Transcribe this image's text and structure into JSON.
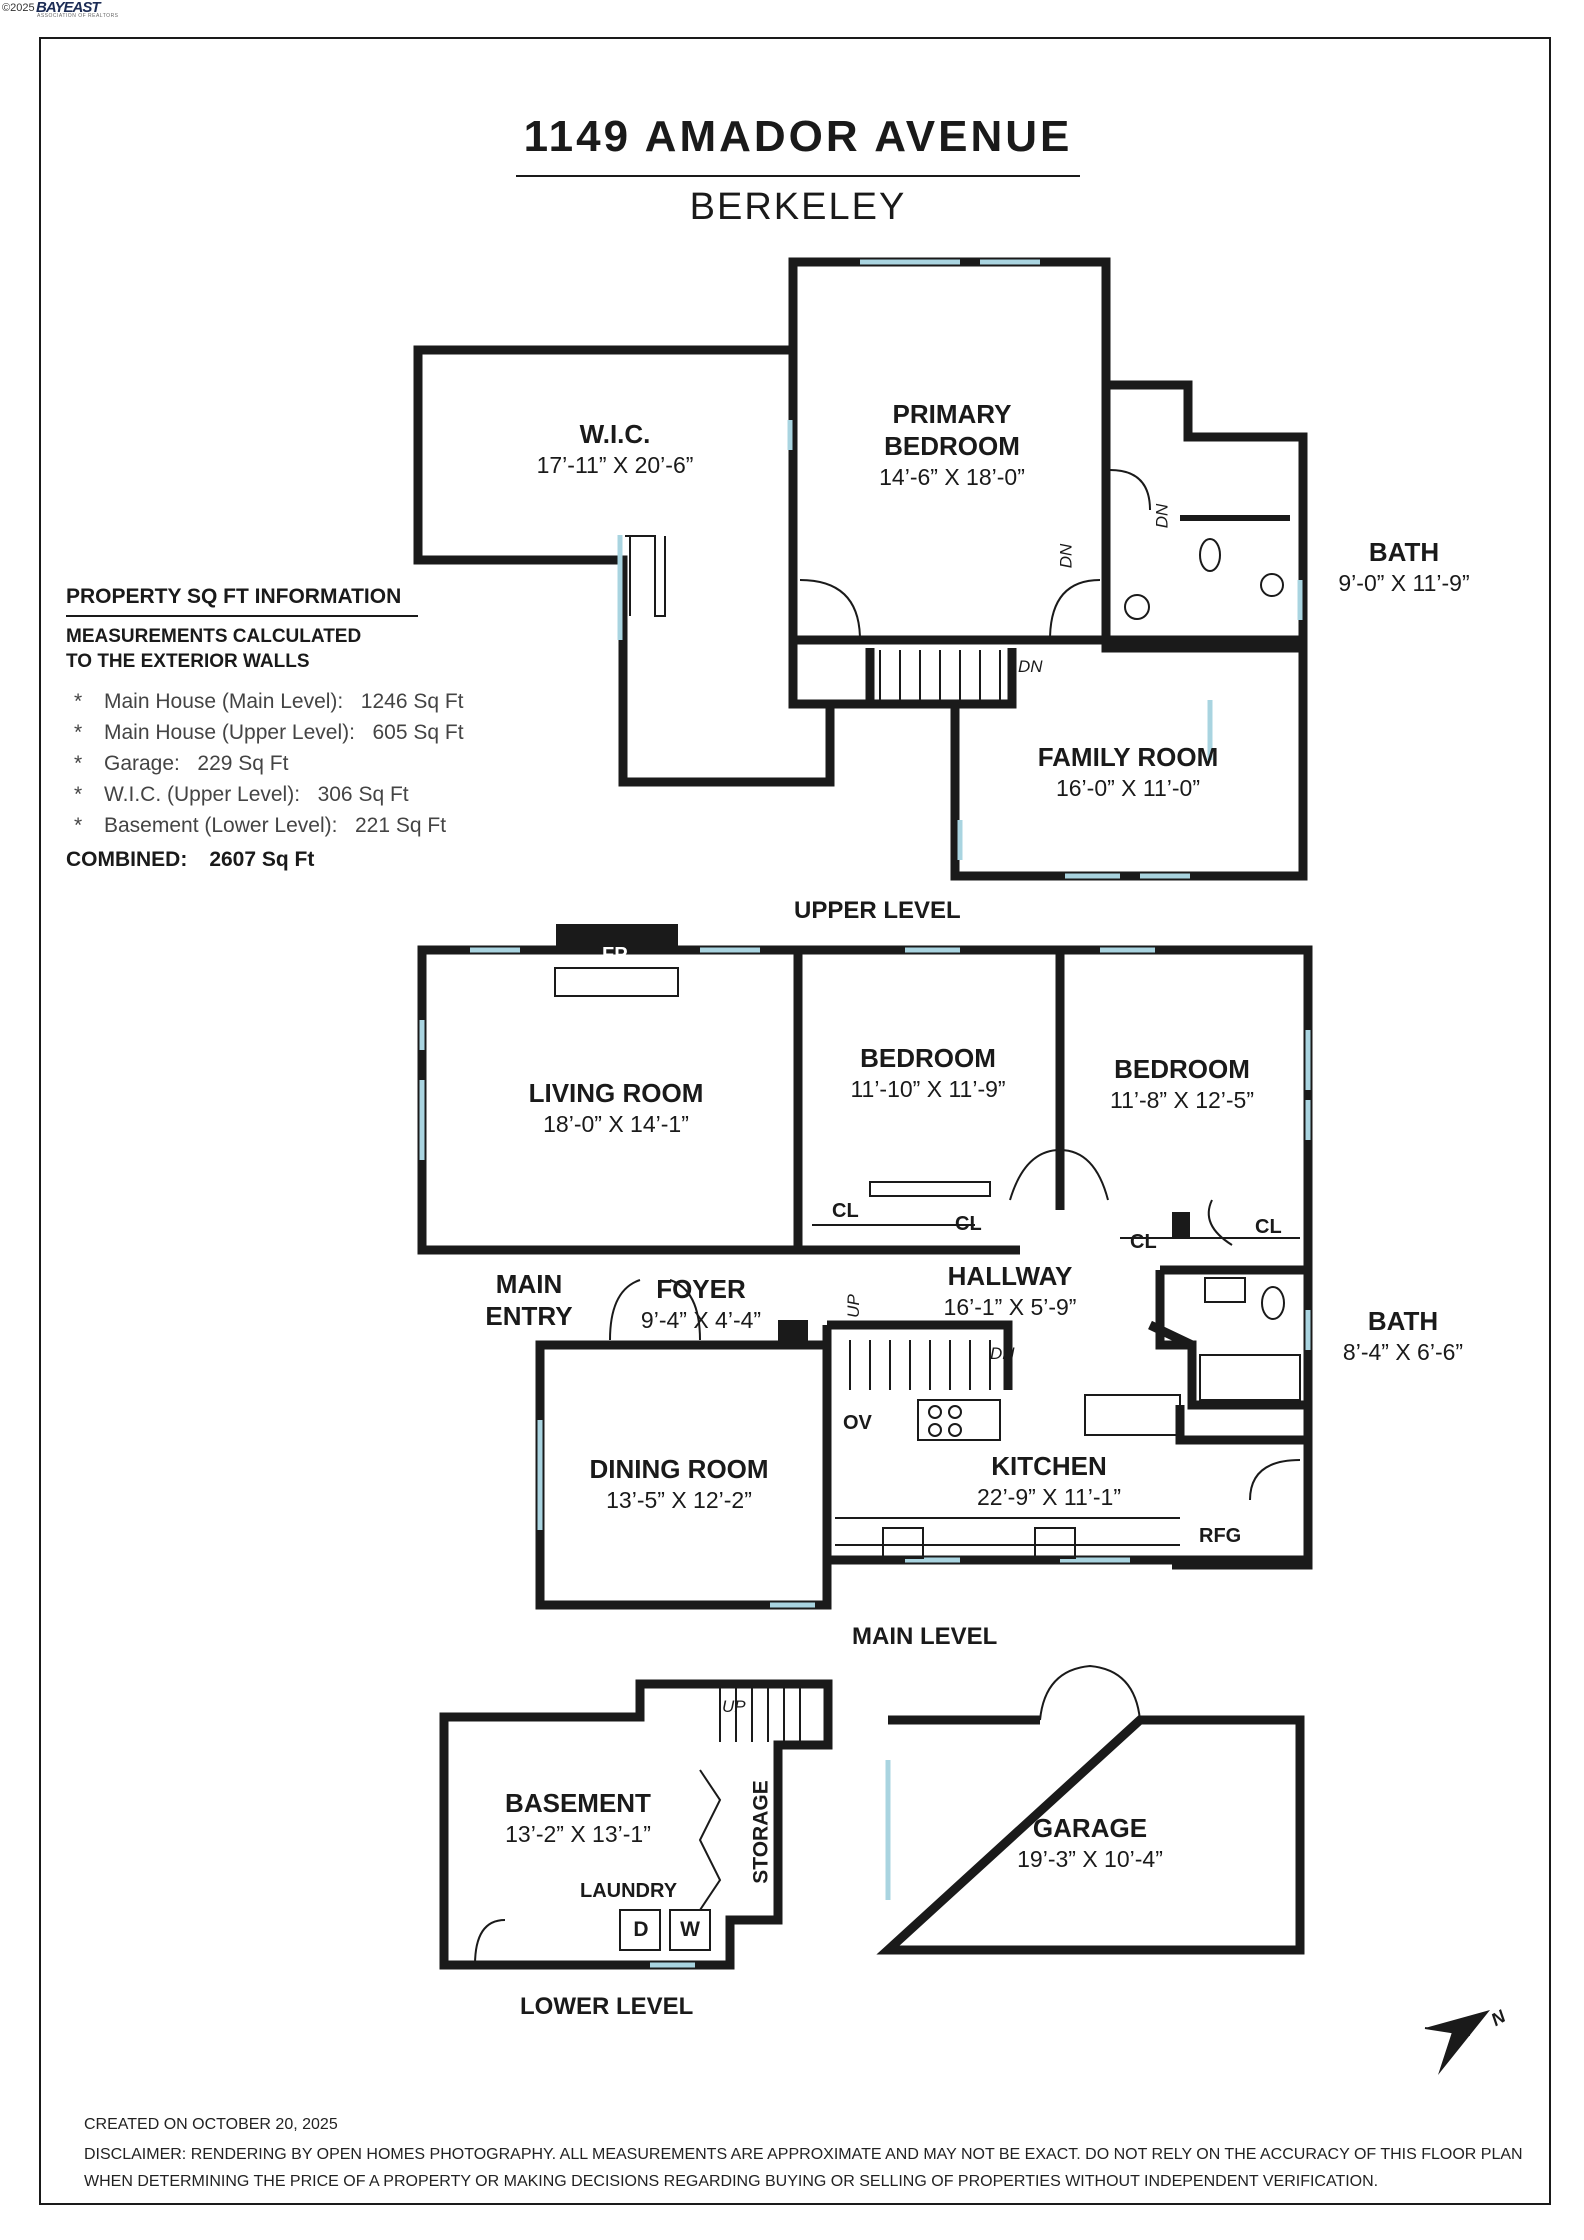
{
  "copyright": "©2025",
  "logo": {
    "brand": "BAYEAST",
    "tagline": "ASSOCIATION OF REALTORS"
  },
  "header": {
    "address": "1149 AMADOR AVENUE",
    "city": "BERKELEY"
  },
  "sqft_info": {
    "heading": "PROPERTY SQ FT INFORMATION",
    "note": [
      "MEASUREMENTS CALCULATED",
      "TO THE EXTERIOR WALLS"
    ],
    "items": [
      {
        "label": "Main House (Main Level):",
        "value": "1246 Sq Ft"
      },
      {
        "label": "Main House (Upper Level):",
        "value": "605 Sq Ft"
      },
      {
        "label": "Garage:",
        "value": "229 Sq Ft"
      },
      {
        "label": "W.I.C. (Upper Level):",
        "value": "306 Sq Ft"
      },
      {
        "label": "Basement (Lower Level):",
        "value": "221 Sq Ft"
      }
    ],
    "bullet": "*",
    "combined_label": "COMBINED:",
    "combined_value": "2607  Sq Ft"
  },
  "levels": {
    "upper": "UPPER LEVEL",
    "main": "MAIN LEVEL",
    "lower": "LOWER LEVEL"
  },
  "rooms": {
    "wic": {
      "name": "W.I.C.",
      "dims": "17’-11” X 20’-6”"
    },
    "primary_bedroom": {
      "name": [
        "PRIMARY",
        "BEDROOM"
      ],
      "dims": "14’-6” X 18’-0”"
    },
    "upper_bath": {
      "name": "BATH",
      "dims": "9’-0” X 11’-9”"
    },
    "family_room": {
      "name": "FAMILY ROOM",
      "dims": "16’-0” X 11’-0”"
    },
    "living_room": {
      "name": "LIVING ROOM",
      "dims": "18’-0” X 14’-1”"
    },
    "bedroom_1": {
      "name": "BEDROOM",
      "dims": "11’-10” X 11’-9”"
    },
    "bedroom_2": {
      "name": "BEDROOM",
      "dims": "11’-8” X 12’-5”"
    },
    "main_entry": {
      "name": [
        "MAIN",
        "ENTRY"
      ]
    },
    "foyer": {
      "name": "FOYER",
      "dims": "9’-4” X 4’-4”"
    },
    "hallway": {
      "name": "HALLWAY",
      "dims": "16’-1” X 5’-9”"
    },
    "main_bath": {
      "name": "BATH",
      "dims": "8’-4” X 6’-6”"
    },
    "dining_room": {
      "name": "DINING ROOM",
      "dims": "13’-5” X 12’-2”"
    },
    "kitchen": {
      "name": "KITCHEN",
      "dims": "22’-9” X 11’-1”"
    },
    "basement": {
      "name": "BASEMENT",
      "dims": "13’-2” X 13’-1”"
    },
    "garage": {
      "name": "GARAGE",
      "dims": "19’-3” X 10’-4”"
    },
    "laundry": {
      "name": "LAUNDRY"
    },
    "storage": {
      "name": "STORAGE"
    }
  },
  "fixtures": {
    "fp": "FP",
    "cl": "CL",
    "ov": "OV",
    "rfg": "RFG",
    "dryer": "D",
    "washer": "W",
    "dn": "DN",
    "up": "UP"
  },
  "compass": {
    "north": "N"
  },
  "footer": {
    "created": "CREATED ON OCTOBER 20, 2025",
    "disclaimer_1": "DISCLAIMER: RENDERING BY OPEN HOMES PHOTOGRAPHY. ALL MEASUREMENTS ARE APPROXIMATE AND MAY NOT BE EXACT. DO NOT RELY ON THE ACCURACY OF THIS FLOOR PLAN",
    "disclaimer_2": "WHEN DETERMINING THE PRICE OF A PROPERTY OR MAKING DECISIONS REGARDING BUYING OR SELLING OF PROPERTIES WITHOUT INDEPENDENT VERIFICATION."
  },
  "colors": {
    "wall": "#1a1a1a",
    "window": "#a9d4e0",
    "background": "#ffffff"
  }
}
